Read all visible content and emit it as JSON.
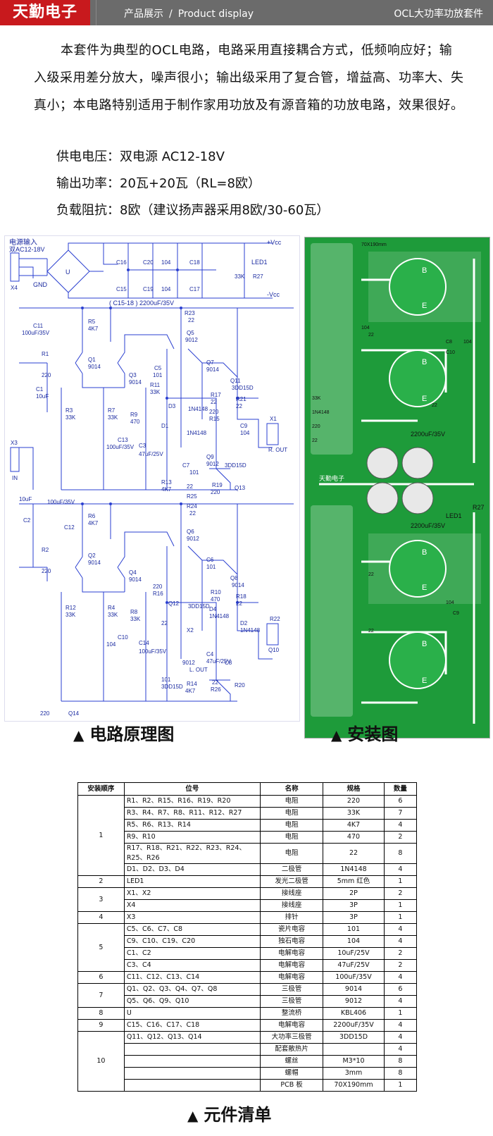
{
  "header": {
    "logo": "天勤电子",
    "category_cn": "产品展示",
    "slash": "/",
    "category_en": "Product display",
    "product": "OCL大功率功放套件"
  },
  "description": "本套件为典型的OCL电路，电路采用直接耦合方式，低频响应好；输入级采用差分放大，噪声很小；输出级采用了复合管，增益高、功率大、失真小；本电路特别适用于制作家用功放及有源音箱的功放电路，效果很好。",
  "specs": [
    "供电电压：双电源 AC12-18V",
    "输出功率：20瓦+20瓦（RL=8欧）",
    "负载阻抗：8欧（建议扬声器采用8欧/30-60瓦）"
  ],
  "schematic": {
    "power_label": "电源输入",
    "power_sub": "双AC12-18V",
    "bridge": "U",
    "caps_note": "( C15-18 ) 2200uF/35V",
    "vcc_pos": "+Vcc",
    "vcc_neg": "-Vcc",
    "gnd": "GND",
    "led": "LED1",
    "labels": [
      {
        "t": "X4"
      },
      {
        "t": "C16"
      },
      {
        "t": "C20"
      },
      {
        "t": "104"
      },
      {
        "t": "C18"
      },
      {
        "t": "C15"
      },
      {
        "t": "C19"
      },
      {
        "t": "104"
      },
      {
        "t": "C17"
      },
      {
        "t": "33K"
      },
      {
        "t": "R27"
      },
      {
        "t": "C11"
      },
      {
        "t": "100uF/35V"
      },
      {
        "t": "R5"
      },
      {
        "t": "4K7"
      },
      {
        "t": "R23"
      },
      {
        "t": "22"
      },
      {
        "t": "Q5"
      },
      {
        "t": "9012"
      },
      {
        "t": "R1"
      },
      {
        "t": "220"
      },
      {
        "t": "Q1"
      },
      {
        "t": "9014"
      },
      {
        "t": "Q3"
      },
      {
        "t": "9014"
      },
      {
        "t": "C5"
      },
      {
        "t": "101"
      },
      {
        "t": "Q7"
      },
      {
        "t": "9014"
      },
      {
        "t": "Q11"
      },
      {
        "t": "3DD15D"
      },
      {
        "t": "D3"
      },
      {
        "t": "1N4148"
      },
      {
        "t": "220"
      },
      {
        "t": "R15"
      },
      {
        "t": "C1"
      },
      {
        "t": "10uF"
      },
      {
        "t": "R11"
      },
      {
        "t": "33K"
      },
      {
        "t": "R3"
      },
      {
        "t": "33K"
      },
      {
        "t": "R7"
      },
      {
        "t": "33K"
      },
      {
        "t": "R9"
      },
      {
        "t": "470"
      },
      {
        "t": "R17"
      },
      {
        "t": "22"
      },
      {
        "t": "R21"
      },
      {
        "t": "22"
      },
      {
        "t": "X1"
      },
      {
        "t": "D1"
      },
      {
        "t": "1N4148"
      },
      {
        "t": "C9"
      },
      {
        "t": "104"
      },
      {
        "t": "X3"
      },
      {
        "t": "C13"
      },
      {
        "t": "100uF/35V"
      },
      {
        "t": "C3"
      },
      {
        "t": "47uF/25V"
      },
      {
        "t": "Q9"
      },
      {
        "t": "9012"
      },
      {
        "t": "R. OUT"
      },
      {
        "t": "IN"
      },
      {
        "t": "C7"
      },
      {
        "t": "101"
      },
      {
        "t": "3DD15D"
      },
      {
        "t": "R13"
      },
      {
        "t": "4K7"
      },
      {
        "t": "22"
      },
      {
        "t": "R19"
      },
      {
        "t": "220"
      },
      {
        "t": "Q13"
      },
      {
        "t": "R25"
      },
      {
        "t": "10uF"
      },
      {
        "t": "100uF/35V"
      },
      {
        "t": "R24"
      },
      {
        "t": "22"
      },
      {
        "t": "C2"
      },
      {
        "t": "C12"
      },
      {
        "t": "R6"
      },
      {
        "t": "4K7"
      },
      {
        "t": "Q6"
      },
      {
        "t": "9012"
      },
      {
        "t": "R2"
      },
      {
        "t": "220"
      },
      {
        "t": "Q2"
      },
      {
        "t": "9014"
      },
      {
        "t": "Q4"
      },
      {
        "t": "9014"
      },
      {
        "t": "C6"
      },
      {
        "t": "101"
      },
      {
        "t": "Q8"
      },
      {
        "t": "9014"
      },
      {
        "t": "Q12"
      },
      {
        "t": "3DD15D"
      },
      {
        "t": "D4"
      },
      {
        "t": "1N4148"
      },
      {
        "t": "220"
      },
      {
        "t": "R16"
      },
      {
        "t": "R12"
      },
      {
        "t": "33K"
      },
      {
        "t": "R4"
      },
      {
        "t": "33K"
      },
      {
        "t": "R8"
      },
      {
        "t": "33K"
      },
      {
        "t": "R10"
      },
      {
        "t": "470"
      },
      {
        "t": "R18"
      },
      {
        "t": "22"
      },
      {
        "t": "R22"
      },
      {
        "t": "22"
      },
      {
        "t": "X2"
      },
      {
        "t": "D2"
      },
      {
        "t": "1N4148"
      },
      {
        "t": "C10"
      },
      {
        "t": "104"
      },
      {
        "t": "C14"
      },
      {
        "t": "100uF/35V"
      },
      {
        "t": "C4"
      },
      {
        "t": "47uF/25V"
      },
      {
        "t": "Q10"
      },
      {
        "t": "9012"
      },
      {
        "t": "L. OUT"
      },
      {
        "t": "C8"
      },
      {
        "t": "101"
      },
      {
        "t": "3DD15D"
      },
      {
        "t": "R14"
      },
      {
        "t": "4K7"
      },
      {
        "t": "22"
      },
      {
        "t": "R26"
      },
      {
        "t": "R20"
      },
      {
        "t": "220"
      },
      {
        "t": "Q14"
      }
    ]
  },
  "pcb": {
    "size_label": "70X190mm",
    "cap_label_1": "2200uF/35V",
    "cap_label_2": "2200uF/35V",
    "brand": "天勤电子",
    "led": "LED1",
    "r27": "R27",
    "letters": [
      "B",
      "E",
      "B",
      "E",
      "B",
      "E",
      "B",
      "E"
    ],
    "small_labels": [
      "104",
      "22",
      "C8",
      "104",
      "C10",
      "22",
      "22",
      "22",
      "33K",
      "1N4148",
      "220",
      "22",
      "104",
      "C9"
    ]
  },
  "captions": {
    "schematic": "电路原理图",
    "install": "安装图",
    "bom": "元件清单"
  },
  "bom": {
    "headers": [
      "安装顺序",
      "位号",
      "名称",
      "规格",
      "数量"
    ],
    "rows": [
      [
        "1",
        "R1、R2、R15、R16、R19、R20",
        "电阻",
        "220",
        "6"
      ],
      [
        "",
        "R3、R4、R7、R8、R11、R12、R27",
        "电阻",
        "33K",
        "7"
      ],
      [
        "",
        "R5、R6、R13、R14",
        "电阻",
        "4K7",
        "4"
      ],
      [
        "",
        "R9、R10",
        "电阻",
        "470",
        "2"
      ],
      [
        "",
        "R17、R18、R21、R22、R23、R24、R25、R26",
        "电阻",
        "22",
        "8"
      ],
      [
        "",
        "D1、D2、D3、D4",
        "二极管",
        "1N4148",
        "4"
      ],
      [
        "2",
        "LED1",
        "发光二极管",
        "5mm 红色",
        "1"
      ],
      [
        "3",
        "X1、X2",
        "接线座",
        "2P",
        "2"
      ],
      [
        "",
        "X4",
        "接线座",
        "3P",
        "1"
      ],
      [
        "4",
        "X3",
        "排针",
        "3P",
        "1"
      ],
      [
        "5",
        "C5、C6、C7、C8",
        "瓷片电容",
        "101",
        "4"
      ],
      [
        "",
        "C9、C10、C19、C20",
        "独石电容",
        "104",
        "4"
      ],
      [
        "",
        "C1、C2",
        "电解电容",
        "10uF/25V",
        "2"
      ],
      [
        "",
        "C3、C4",
        "电解电容",
        "47uF/25V",
        "2"
      ],
      [
        "6",
        "C11、C12、C13、C14",
        "电解电容",
        "100uF/35V",
        "4"
      ],
      [
        "7",
        "Q1、Q2、Q3、Q4、Q7、Q8",
        "三极管",
        "9014",
        "6"
      ],
      [
        "",
        "Q5、Q6、Q9、Q10",
        "三极管",
        "9012",
        "4"
      ],
      [
        "8",
        "U",
        "整流桥",
        "KBL406",
        "1"
      ],
      [
        "9",
        "C15、C16、C17、C18",
        "电解电容",
        "2200uF/35V",
        "4"
      ],
      [
        "10",
        "Q11、Q12、Q13、Q14",
        "大功率三极管",
        "3DD15D",
        "4"
      ],
      [
        "",
        "",
        "配套散热片",
        "",
        "4"
      ],
      [
        "",
        "",
        "螺丝",
        "M3*10",
        "8"
      ],
      [
        "",
        "",
        "螺帽",
        "3mm",
        "8"
      ],
      [
        "",
        "",
        "PCB 板",
        "70X190mm",
        "1"
      ]
    ]
  }
}
